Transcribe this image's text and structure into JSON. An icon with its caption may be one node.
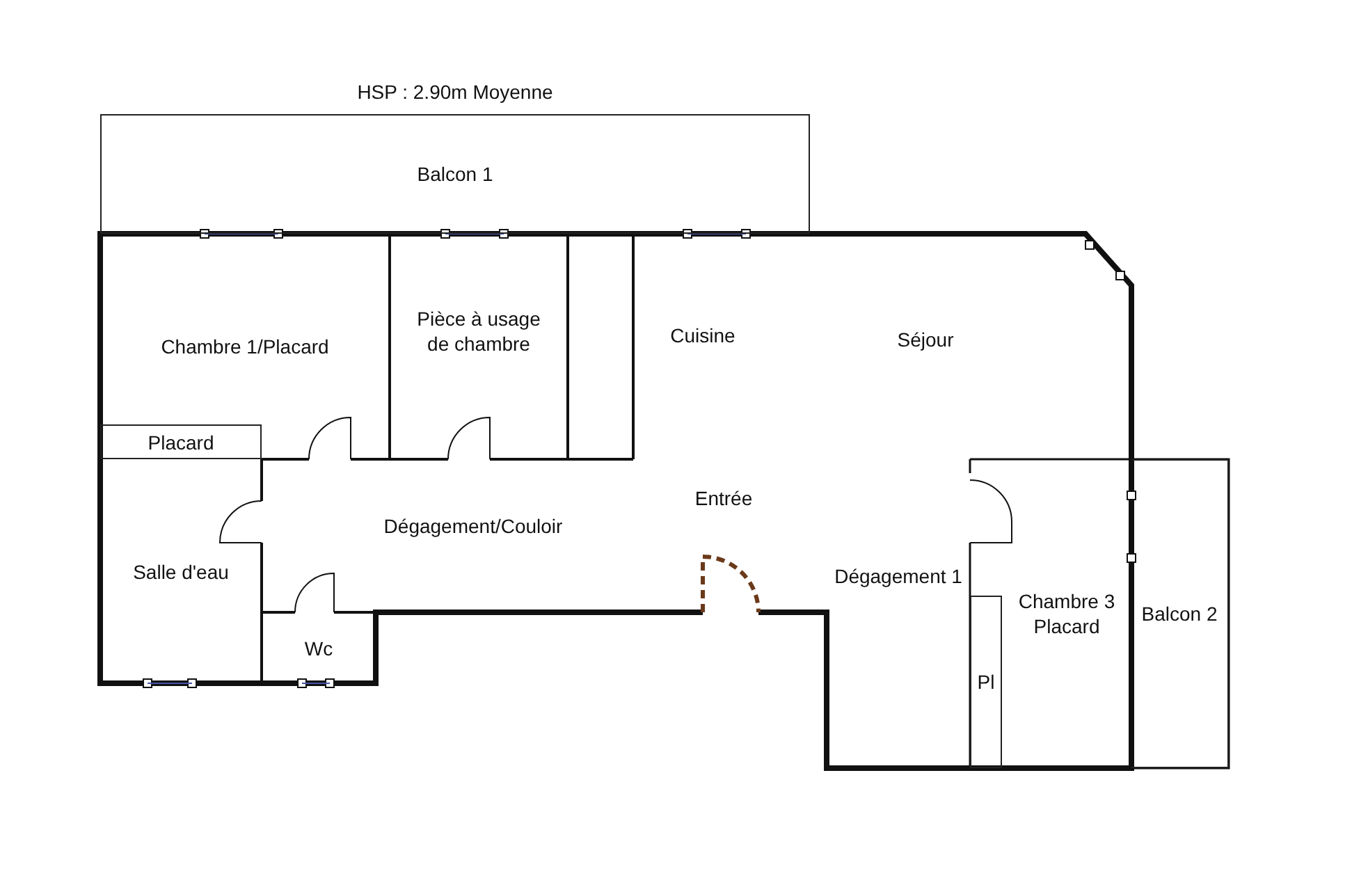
{
  "diagram": {
    "nodes": [
      {
        "text": [
          "Balcon 1"
        ]
      },
      {
        "text": [
          "Chambre 1/Placard"
        ]
      },
      {
        "text": [
          "Pièce à usage de chambre"
        ]
      },
      {
        "text": [
          "Cuisine"
        ]
      },
      {
        "text": [
          "Séjour"
        ]
      },
      {
        "text": [
          "Placard"
        ],
        "in": 1
      },
      {
        "text": [
          "Dégagement/Couloir"
        ]
      },
      {
        "text": [
          "Entrée"
        ]
      },
      {
        "text": [
          "Salle d'eau"
        ]
      },
      {
        "text": [
          "Wc"
        ]
      },
      {
        "text": [
          "Dégagement 1"
        ]
      },
      {
        "text": [
          "Chambre 3 Placard"
        ]
      },
      {
        "text": [
          "Pl"
        ],
        "in": 11
      },
      {
        "text": [
          "Balcon 2"
        ]
      }
    ],
    "labels": [
      "HSP : 2.90m Moyenne"
    ]
  }
}
